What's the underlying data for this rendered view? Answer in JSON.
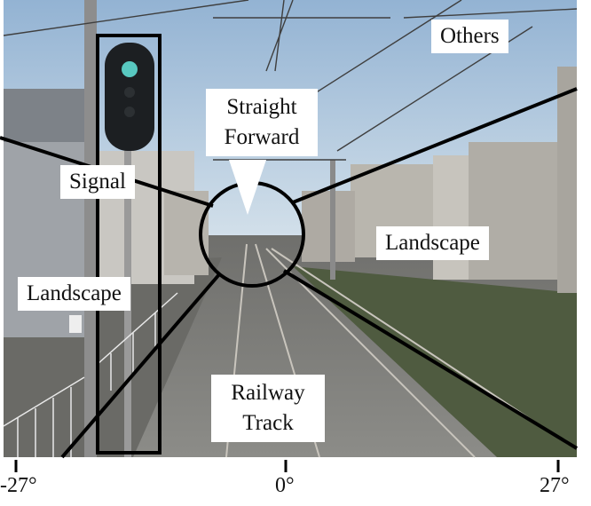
{
  "labels": {
    "signal": "Signal",
    "landscape_left": "Landscape",
    "landscape_right": "Landscape",
    "straight_forward_line1": "Straight",
    "straight_forward_line2": "Forward",
    "railway_track_line1": "Railway",
    "railway_track_line2": "Track",
    "others": "Others"
  },
  "axis": {
    "left": "-27°",
    "center": "0°",
    "right": "27°"
  },
  "colors": {
    "sky": "#a9c3dc",
    "outline": "#000000",
    "label_bg": "#ffffff",
    "ballast": "#7a7a78",
    "grass": "#4e5a3f",
    "building": "#b9b6ae"
  }
}
